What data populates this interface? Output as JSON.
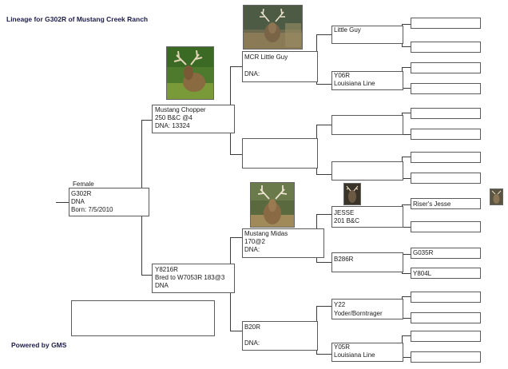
{
  "title": "Lineage for G302R of Mustang Creek Ranch",
  "footer": "Powered by GMS",
  "subject": {
    "label_top": "Female",
    "name": "G302R",
    "dna": "DNA",
    "born": "Born: 7/5/2010"
  },
  "sire": {
    "name": "Mustang Chopper",
    "score": "250 B&C @4",
    "dna": "DNA: 13324"
  },
  "dam": {
    "name": "Y8216R",
    "bred": "Bred to W7053R 183@3",
    "dna": "DNA"
  },
  "sire_sire": {
    "name": "MCR Little Guy",
    "dna": "DNA:"
  },
  "dam_sire": {
    "name": "Mustang Midas",
    "score": "170@2",
    "dna": "DNA:"
  },
  "dam_dam": {
    "name": "B20R",
    "dna": "DNA:"
  },
  "gen4": {
    "little_guy": "Little Guy",
    "y06r": "Y06R",
    "louisiana_line_1": "Louisiana Line",
    "jesse": "JESSE",
    "jesse_score": "201 B&C",
    "b286r": "B286R",
    "y22": "Y22",
    "yoder": "Yoder/Borntrager",
    "y05r": "Y05R",
    "louisiana_line_2": "Louisiana Line"
  },
  "gen5": {
    "risers_jesse": "Riser's Jesse",
    "g035r": "G035R",
    "y804l": "Y804L"
  },
  "colors": {
    "heading": "#1c1c4a",
    "line": "#3a3a3a",
    "border": "#5a5a5a"
  },
  "photos": [
    "deer-photo-mcr-little-guy",
    "deer-photo-mustang-chopper",
    "deer-photo-mustang-midas",
    "deer-photo-jesse",
    "deer-photo-risers-jesse"
  ]
}
